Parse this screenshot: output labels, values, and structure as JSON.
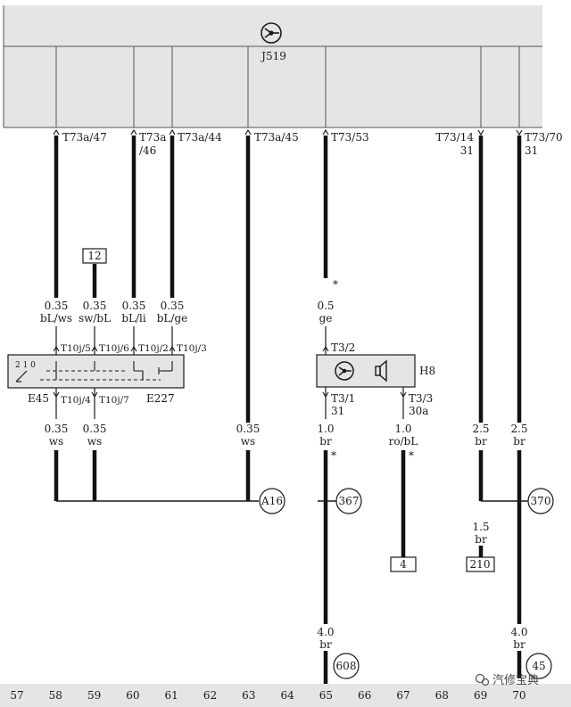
{
  "control_unit": {
    "name": "J519",
    "symbol": "steering-wheel-icon"
  },
  "pins": {
    "p47": "T73a/47",
    "p46a": "T73a",
    "p46b": "/46",
    "p44": "T73a/44",
    "p45": "T73a/45",
    "p53": "T73/53",
    "p14": "T73/14",
    "p14_term": "31",
    "p70": "T73/70",
    "p70_term": "31"
  },
  "wires": {
    "w58": {
      "size": "0.35",
      "color": "bL/ws"
    },
    "w59": {
      "size": "0.35",
      "color": "sw/bL"
    },
    "w60": {
      "size": "0.35",
      "color": "bL/li"
    },
    "w61": {
      "size": "0.35",
      "color": "bL/ge"
    },
    "w58b": {
      "size": "0.35",
      "color": "ws"
    },
    "w59b": {
      "size": "0.35",
      "color": "ws"
    },
    "w63": {
      "size": "0.35",
      "color": "ws"
    },
    "w65a": {
      "size": "0.5",
      "color": "ge"
    },
    "w65b": {
      "size": "1.0",
      "color": "br"
    },
    "w67": {
      "size": "1.0",
      "color": "ro/bL"
    },
    "w69a": {
      "size": "2.5",
      "color": "br"
    },
    "w69b": {
      "size": "1.5",
      "color": "br"
    },
    "w70a": {
      "size": "2.5",
      "color": "br"
    },
    "w65c": {
      "size": "4.0",
      "color": "br"
    },
    "w70b": {
      "size": "4.0",
      "color": "br"
    }
  },
  "switch": {
    "left_label": "E45",
    "right_label": "E227",
    "pins_top": [
      "T10j/5",
      "T10j/6",
      "T10j/2",
      "T10j/3"
    ],
    "pins_bottom": [
      "T10j/4",
      "T10j/7"
    ],
    "positions": "2 1 0"
  },
  "horn": {
    "label": "H8",
    "pin_top": "T3/2",
    "pin_left": "T3/1",
    "pin_left_term": "31",
    "pin_right": "T3/3",
    "pin_right_term": "30a"
  },
  "refs": {
    "box12": "12",
    "box4": "4",
    "box210": "210",
    "a16": "A16",
    "c367": "367",
    "c370": "370",
    "c608": "608",
    "c45": "45"
  },
  "star": "*",
  "tracks": [
    "57",
    "58",
    "59",
    "60",
    "61",
    "62",
    "63",
    "64",
    "65",
    "66",
    "67",
    "68",
    "69",
    "70"
  ],
  "watermark": "汽修宝典"
}
